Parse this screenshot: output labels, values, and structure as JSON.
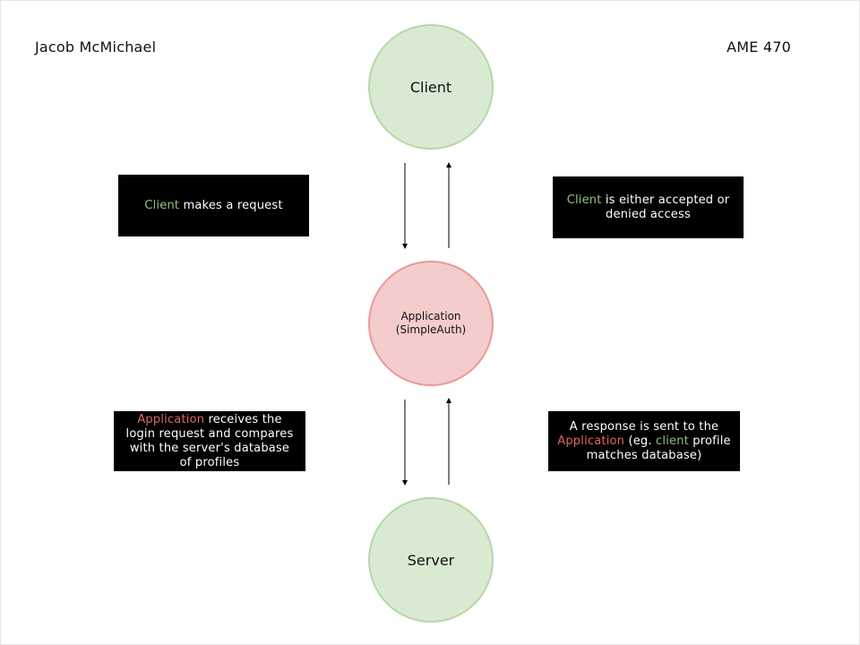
{
  "header": {
    "author": "Jacob McMichael",
    "course": "AME 470"
  },
  "nodes": {
    "client": "Client",
    "application_line1": "Application",
    "application_line2": "(SimpleAuth)",
    "server": "Server"
  },
  "notes": {
    "request": {
      "highlight": "Client",
      "rest": " makes a request"
    },
    "access": {
      "highlight": "Client",
      "rest": " is either accepted or denied access"
    },
    "receives": {
      "highlight": "Application",
      "rest": " receives the login request and compares with the server's database of profiles"
    },
    "response": {
      "text1": "A response is sent to the ",
      "highlight_app": "Application",
      "text2": " (eg. ",
      "highlight_client": "client",
      "text3": " profile matches database)"
    }
  },
  "colors": {
    "client_fill": "#d9ead3",
    "client_stroke": "#b6d7a8",
    "app_fill": "#f4cccc",
    "app_stroke": "#ea9999",
    "note_bg": "#000000",
    "green_highlight": "#93c47d",
    "red_highlight": "#e06666"
  }
}
